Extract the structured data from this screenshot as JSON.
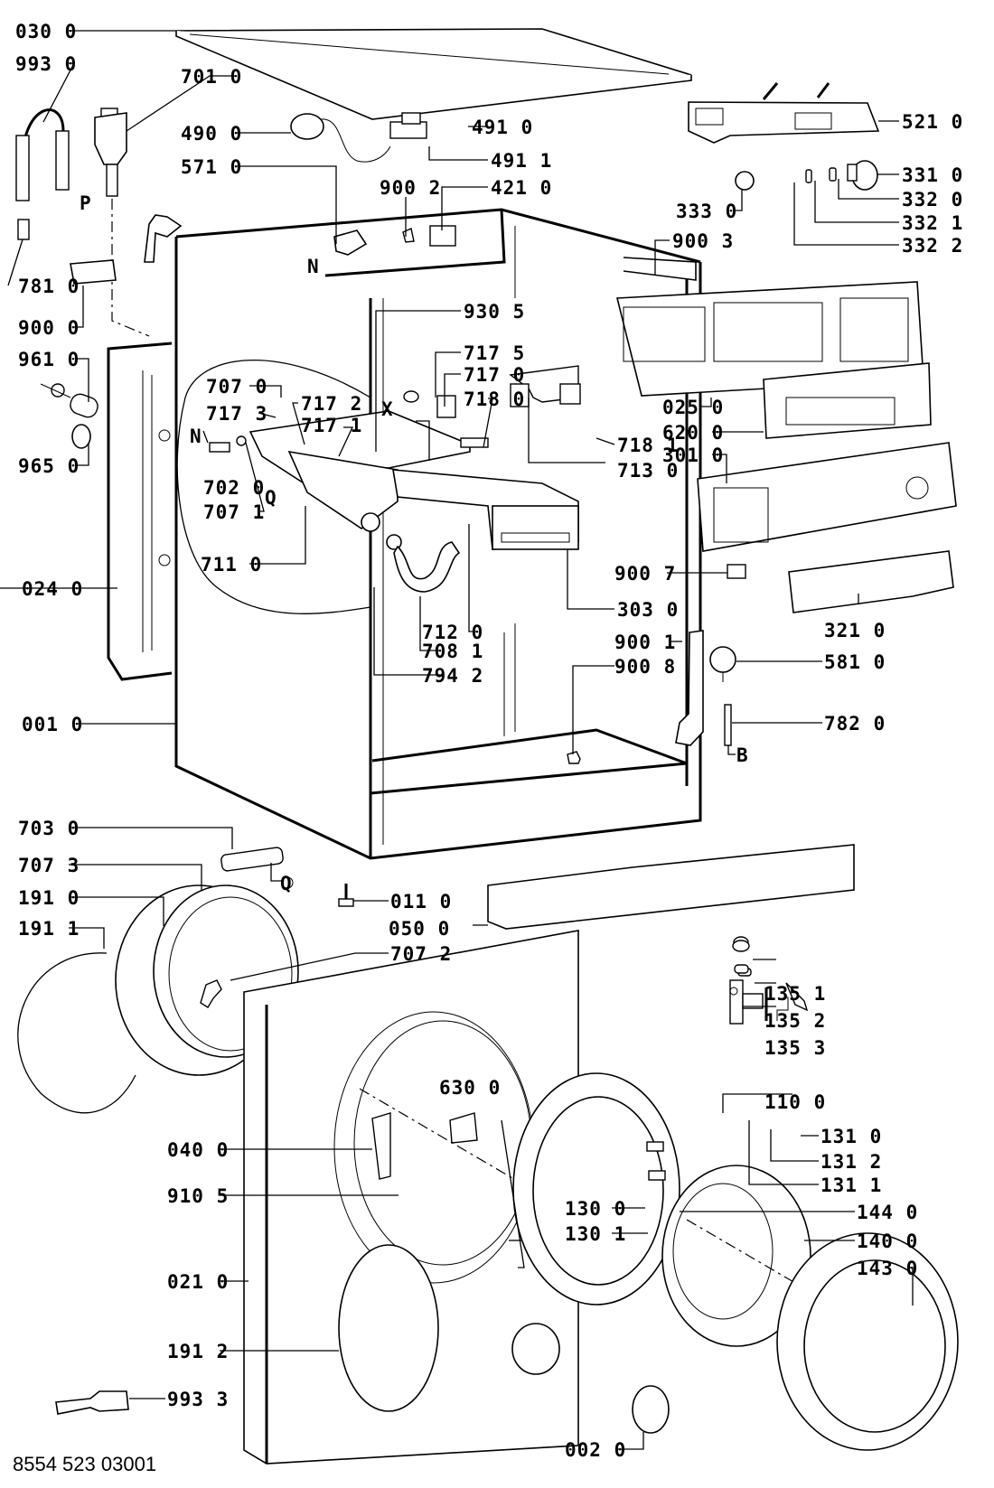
{
  "document": {
    "type": "exploded parts diagram",
    "subject": "front-loading washing machine — cabinet, controls, detergent dispenser, door",
    "reference_number": "8554 523 03001"
  },
  "callouts": [
    {
      "id": "c-0300",
      "code": "030 0",
      "part": "top-cover"
    },
    {
      "id": "c-9930",
      "code": "993 0",
      "part": "hose-bracket"
    },
    {
      "id": "c-7010",
      "code": "701 0",
      "part": "inlet-valve-elbow"
    },
    {
      "id": "c-4900",
      "code": "490 0",
      "part": "mains-cable"
    },
    {
      "id": "c-4910",
      "code": "491 0",
      "part": "interference-filter"
    },
    {
      "id": "c-4911",
      "code": "491 1",
      "part": "filter-screw"
    },
    {
      "id": "c-5710",
      "code": "571 0",
      "part": "inlet-valve"
    },
    {
      "id": "c-9002",
      "code": "900 2",
      "part": "clip"
    },
    {
      "id": "c-4210",
      "code": "421 0",
      "part": "connector"
    },
    {
      "id": "c-5210",
      "code": "521 0",
      "part": "electronic-module"
    },
    {
      "id": "c-3310",
      "code": "331 0",
      "part": "knob"
    },
    {
      "id": "c-3330",
      "code": "333 0",
      "part": "selector-spindle"
    },
    {
      "id": "c-3320",
      "code": "332 0",
      "part": "button"
    },
    {
      "id": "c-3321",
      "code": "332 1",
      "part": "button"
    },
    {
      "id": "c-3322",
      "code": "332 2",
      "part": "button"
    },
    {
      "id": "c-9003",
      "code": "900 3",
      "part": "clip"
    },
    {
      "id": "c-7810",
      "code": "781 0",
      "part": "hose-end"
    },
    {
      "id": "c-9000",
      "code": "900 0",
      "part": "hose-holder"
    },
    {
      "id": "c-9305",
      "code": "930 5",
      "part": "cabinet-strip"
    },
    {
      "id": "c-9610",
      "code": "961 0",
      "part": "damper"
    },
    {
      "id": "c-9650",
      "code": "965 0",
      "part": "seal"
    },
    {
      "id": "c-7070",
      "code": "707 0",
      "part": "fitting"
    },
    {
      "id": "c-7173",
      "code": "717 3",
      "part": "spring"
    },
    {
      "id": "c-7172",
      "code": "717 2",
      "part": "lever"
    },
    {
      "id": "c-7171",
      "code": "717 1",
      "part": "lever"
    },
    {
      "id": "c-7175",
      "code": "717 5",
      "part": "seal"
    },
    {
      "id": "c-7170",
      "code": "717 0",
      "part": "solenoid"
    },
    {
      "id": "c-7180",
      "code": "718 0",
      "part": "flap"
    },
    {
      "id": "c-7181",
      "code": "718 1",
      "part": "cover"
    },
    {
      "id": "c-7130",
      "code": "713 0",
      "part": "siphon-cap"
    },
    {
      "id": "c-0250",
      "code": "025 0",
      "part": "control-panel-frame"
    },
    {
      "id": "c-6200",
      "code": "620 0",
      "part": "control-board"
    },
    {
      "id": "c-3010",
      "code": "301 0",
      "part": "fascia-panel"
    },
    {
      "id": "c-7020",
      "code": "702 0",
      "part": "pipe"
    },
    {
      "id": "c-7071",
      "code": "707 1",
      "part": "fitting"
    },
    {
      "id": "c-7110",
      "code": "711 0",
      "part": "dispenser-housing"
    },
    {
      "id": "c-0240",
      "code": "024 0",
      "part": "side-panel"
    },
    {
      "id": "c-7120",
      "code": "712 0",
      "part": "dispenser-hose"
    },
    {
      "id": "c-7081",
      "code": "708 1",
      "part": "hose"
    },
    {
      "id": "c-7942",
      "code": "794 2",
      "part": "ring"
    },
    {
      "id": "c-3030",
      "code": "303 0",
      "part": "detergent-drawer"
    },
    {
      "id": "c-9007",
      "code": "900 7",
      "part": "clip"
    },
    {
      "id": "c-3210",
      "code": "321 0",
      "part": "membrane-panel"
    },
    {
      "id": "c-9001",
      "code": "900 1",
      "part": "cable-holder"
    },
    {
      "id": "c-9008",
      "code": "900 8",
      "part": "clip"
    },
    {
      "id": "c-5810",
      "code": "581 0",
      "part": "pressure-switch"
    },
    {
      "id": "c-0010",
      "code": "001 0",
      "part": "cabinet"
    },
    {
      "id": "c-7820",
      "code": "782 0",
      "part": "pressure-tube"
    },
    {
      "id": "c-7030",
      "code": "703 0",
      "part": "pipe"
    },
    {
      "id": "c-7073",
      "code": "707 3",
      "part": "seal"
    },
    {
      "id": "c-1910",
      "code": "191 0",
      "part": "door-gasket"
    },
    {
      "id": "c-1911",
      "code": "191 1",
      "part": "gasket-spring"
    },
    {
      "id": "c-0110",
      "code": "011 0",
      "part": "foot"
    },
    {
      "id": "c-0500",
      "code": "050 0",
      "part": "kickplate"
    },
    {
      "id": "c-7072",
      "code": "707 2",
      "part": "elbow"
    },
    {
      "id": "c-1351",
      "code": "135 1",
      "part": "hinge-pin"
    },
    {
      "id": "c-1352",
      "code": "135 2",
      "part": "spring"
    },
    {
      "id": "c-1353",
      "code": "135 3",
      "part": "washer"
    },
    {
      "id": "c-6300",
      "code": "630 0",
      "part": "door-lock"
    },
    {
      "id": "c-1100",
      "code": "110 0",
      "part": "door-handle"
    },
    {
      "id": "c-1310",
      "code": "131 0",
      "part": "hook"
    },
    {
      "id": "c-1312",
      "code": "131 2",
      "part": "spring"
    },
    {
      "id": "c-1311",
      "code": "131 1",
      "part": "pin"
    },
    {
      "id": "c-0400",
      "code": "040 0",
      "part": "hinge"
    },
    {
      "id": "c-9105",
      "code": "910 5",
      "part": "screw"
    },
    {
      "id": "c-1300",
      "code": "130 0",
      "part": "hinge-part"
    },
    {
      "id": "c-1301",
      "code": "130 1",
      "part": "hinge-part"
    },
    {
      "id": "c-1440",
      "code": "144 0",
      "part": "door-frame"
    },
    {
      "id": "c-1400",
      "code": "140 0",
      "part": "door-glass"
    },
    {
      "id": "c-1430",
      "code": "143 0",
      "part": "outer-door-ring"
    },
    {
      "id": "c-0210",
      "code": "021 0",
      "part": "front-panel"
    },
    {
      "id": "c-1912",
      "code": "191 2",
      "part": "gasket-clamp"
    },
    {
      "id": "c-9933",
      "code": "993 3",
      "part": "tool"
    },
    {
      "id": "c-0020",
      "code": "002 0",
      "part": "filter-flap"
    }
  ],
  "letter_markers": [
    "P",
    "N",
    "N",
    "X",
    "Q",
    "Q",
    "B"
  ]
}
